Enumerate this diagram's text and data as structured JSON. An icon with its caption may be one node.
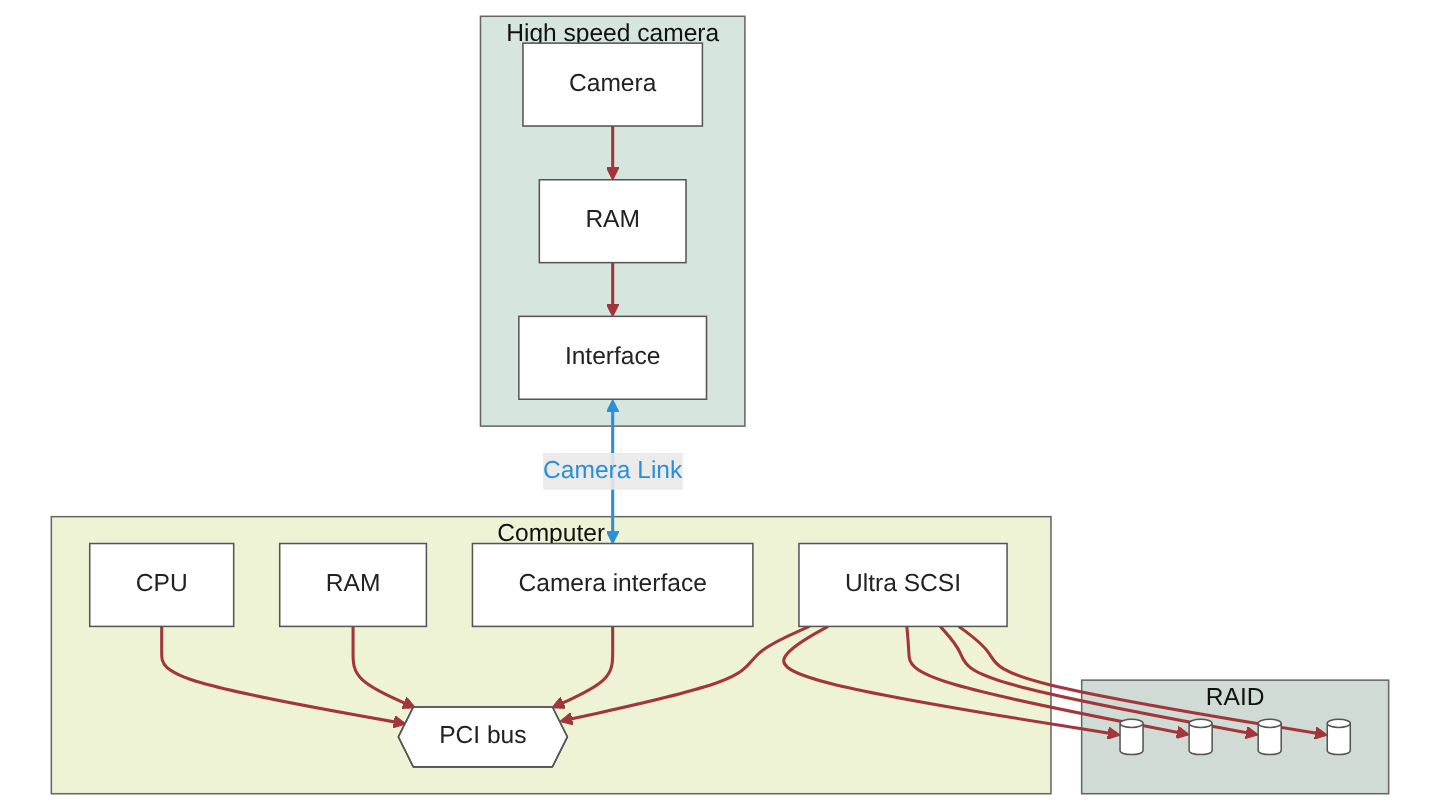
{
  "diagram": {
    "nodes": [
      {
        "text": [
          "High speed camera"
        ]
      },
      {
        "text": [
          "Camera"
        ],
        "in": 0
      },
      {
        "text": [
          "RAM"
        ],
        "in": 0
      },
      {
        "text": [
          "Interface"
        ],
        "in": 0
      },
      {
        "text": [
          "Computer"
        ]
      },
      {
        "text": [
          "CPU"
        ],
        "in": 4
      },
      {
        "text": [
          "RAM"
        ],
        "in": 4
      },
      {
        "text": [
          "PCI bus"
        ],
        "in": 4
      },
      {
        "text": [
          "Camera interface"
        ],
        "in": 4
      },
      {
        "text": [
          "Ultra SCSI"
        ],
        "in": 4
      },
      {
        "text": [
          "RAID"
        ]
      },
      {
        "text": [],
        "shape": "cylinder",
        "in": 10
      },
      {
        "text": [],
        "shape": "cylinder",
        "in": 10
      },
      {
        "text": [],
        "shape": "cylinder",
        "in": 10
      },
      {
        "text": [],
        "shape": "cylinder",
        "in": 10
      }
    ],
    "edges": [
      {
        "from": 1,
        "to": 2,
        "arrow": "to"
      },
      {
        "from": 2,
        "to": 3,
        "arrow": "to"
      },
      {
        "from": 3,
        "to": 8,
        "arrow": "both",
        "label": "Camera Link",
        "color": "#2a8fd6"
      },
      {
        "from": 5,
        "to": 7,
        "arrow": "to"
      },
      {
        "from": 6,
        "to": 7,
        "arrow": "to"
      },
      {
        "from": 8,
        "to": 7,
        "arrow": "to"
      },
      {
        "from": 9,
        "to": 7,
        "arrow": "to"
      },
      {
        "from": 9,
        "to": 11,
        "arrow": "to"
      },
      {
        "from": 9,
        "to": 12,
        "arrow": "to"
      },
      {
        "from": 9,
        "to": 13,
        "arrow": "to"
      },
      {
        "from": 9,
        "to": 14,
        "arrow": "to"
      }
    ]
  }
}
